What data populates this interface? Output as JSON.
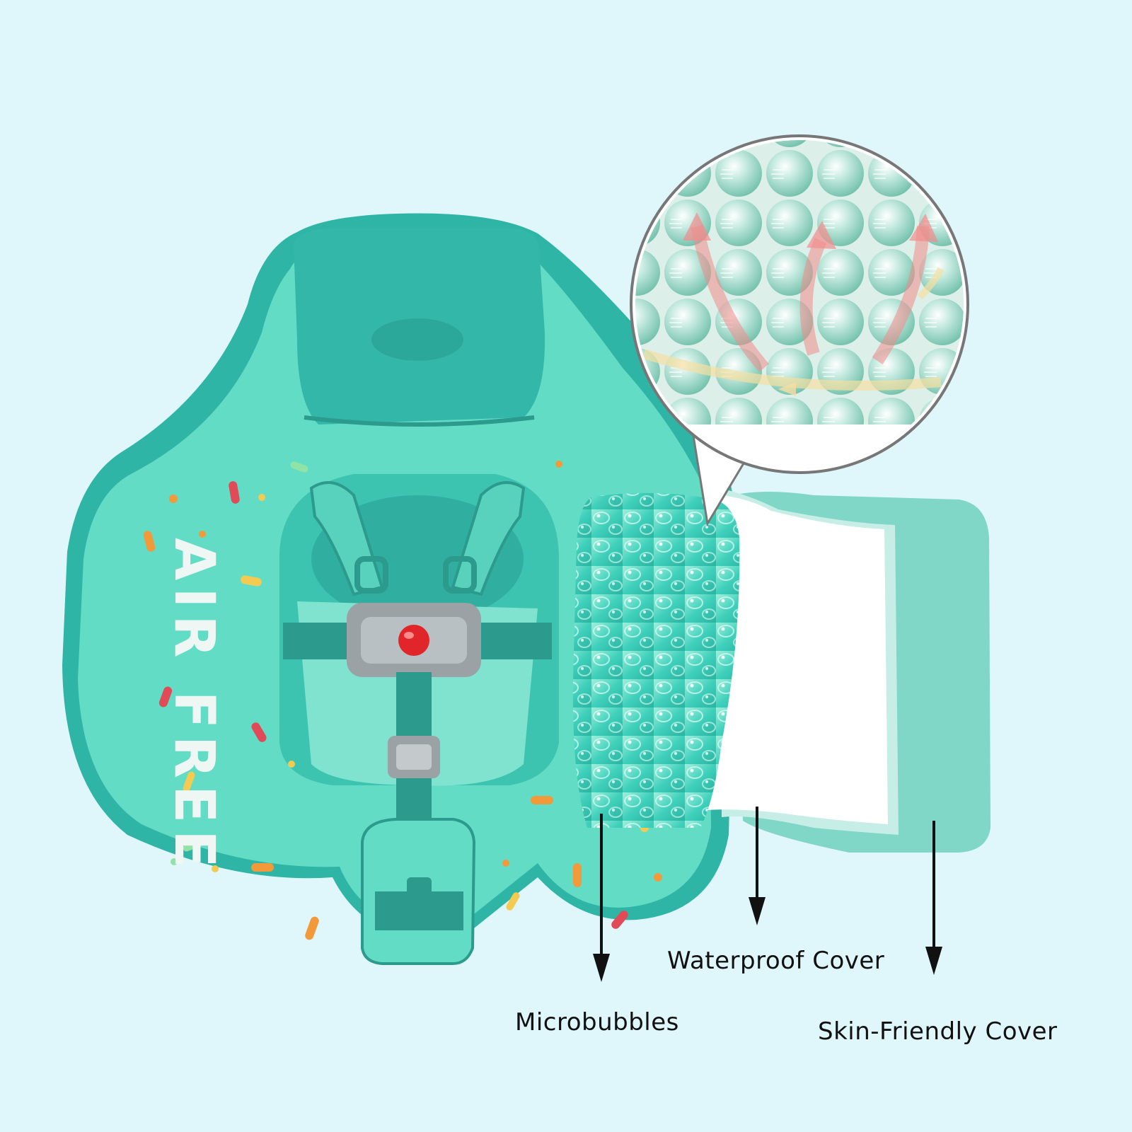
{
  "product": {
    "print_text": "AIR FREE",
    "colors": {
      "background": "#dff6fb",
      "float_body": "#62dcc4",
      "float_edge": "#2fb5a6",
      "headrest": "#33b7a8",
      "strap": "#2c9a8c",
      "buckle": "#9aa2a6",
      "buckle_button": "#e0262a"
    }
  },
  "layers": {
    "microbubbles": "Microbubbles",
    "waterproof_cover": "Waterproof Cover",
    "skin_friendly_cover": "Skin-Friendly Cover"
  }
}
